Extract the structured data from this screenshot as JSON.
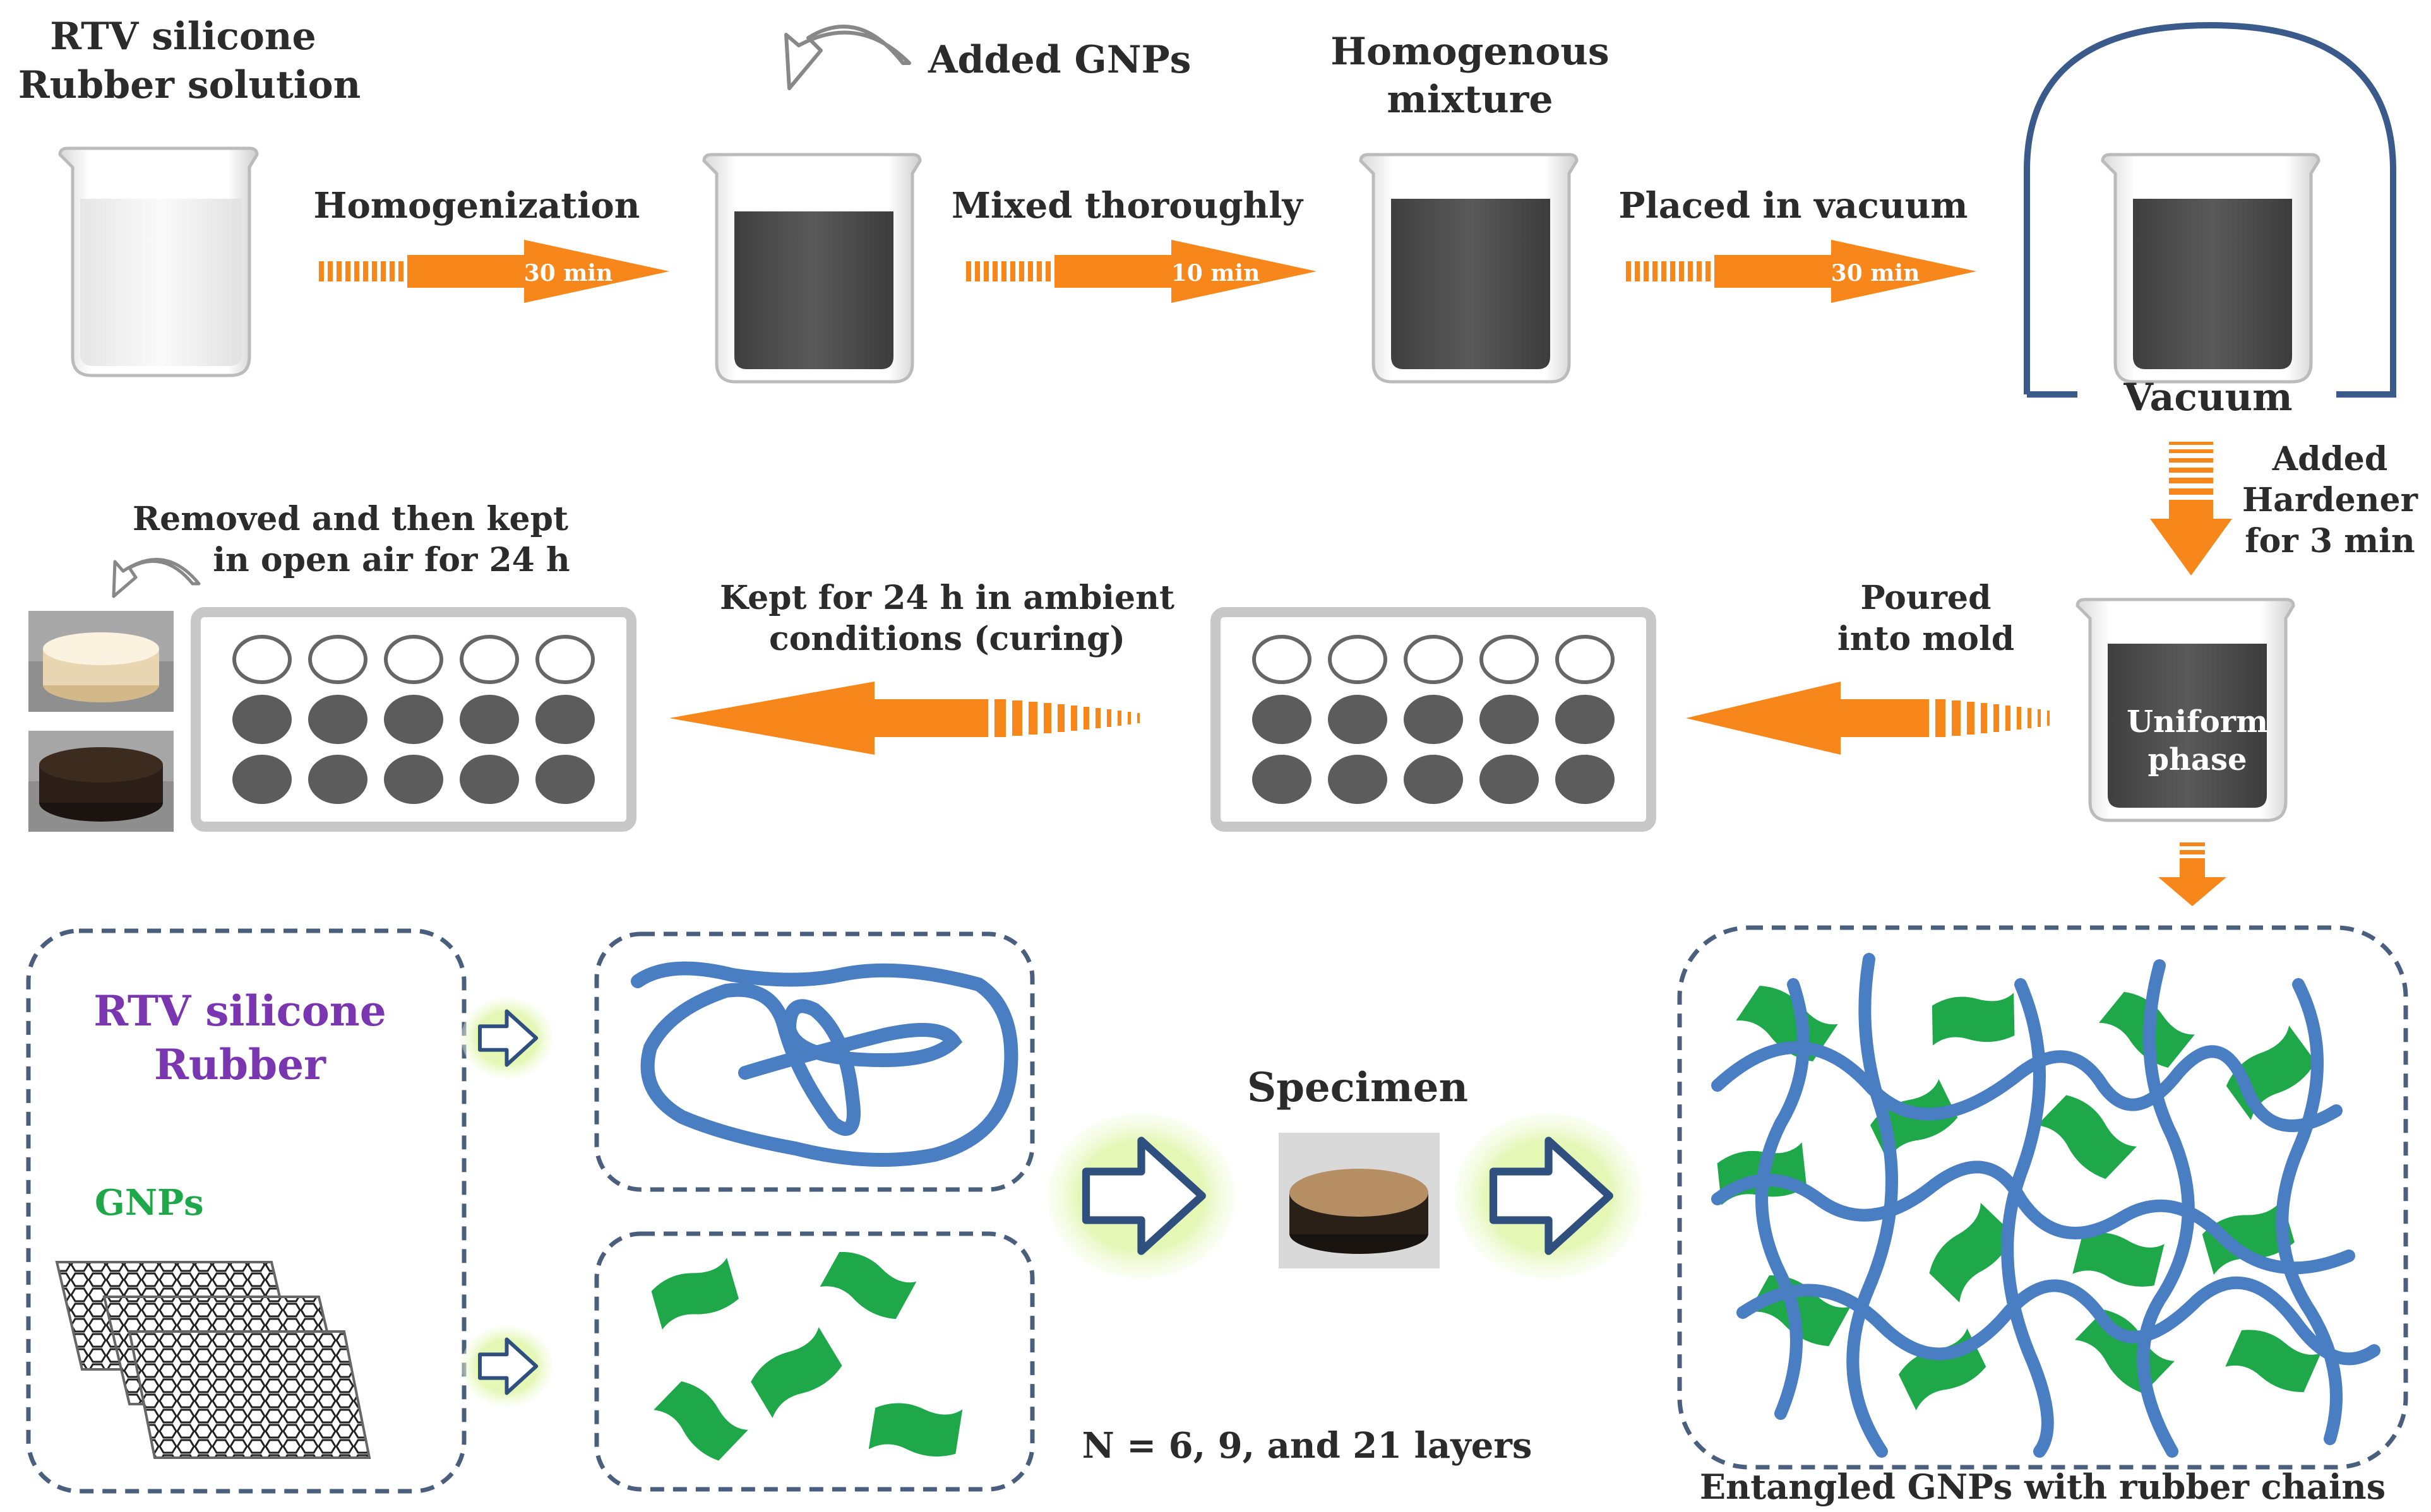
{
  "labels": {
    "rtv_solution_line1": "RTV silicone",
    "rtv_solution_line2": "Rubber solution",
    "added_gnps": "Added GNPs",
    "homogenous_line1": "Homogenous",
    "homogenous_line2": "mixture",
    "vacuum": "Vacuum",
    "added_hardener_line1": "Added",
    "added_hardener_line2": "Hardener",
    "added_hardener_line3": "for 3 min",
    "removed_line1": "Removed and then kept",
    "removed_line2": "in open air for 24 h",
    "kept_line1": "Kept for 24 h in ambient",
    "kept_line2": "conditions (curing)",
    "poured_line1": "Poured",
    "poured_line2": "into mold",
    "uniform_line1": "Uniform",
    "uniform_line2": "phase",
    "rtv_rubber_line1": "RTV silicone",
    "rtv_rubber_line2": "Rubber",
    "gnps": "GNPs",
    "specimen": "Specimen",
    "layers": "N = 6, 9, and 21 layers",
    "entangled": "Entangled GNPs with rubber chains"
  },
  "steps": [
    {
      "label": "Homogenization",
      "duration": "30 min"
    },
    {
      "label": "Mixed thoroughly",
      "duration": "10 min"
    },
    {
      "label": "Placed in vacuum",
      "duration": "30 min"
    }
  ],
  "colors": {
    "arrow": "#f7861b",
    "dashed_box": "#4a5f7e",
    "chain": "#4a7ec3",
    "flake": "#1fa84a",
    "rubber_text": "#7a35b0",
    "gnps_text": "#1fa84a",
    "liquid_dark": "#555555",
    "liquid_light": "#f2f2f2",
    "mold_border": "#c8c8c8"
  }
}
